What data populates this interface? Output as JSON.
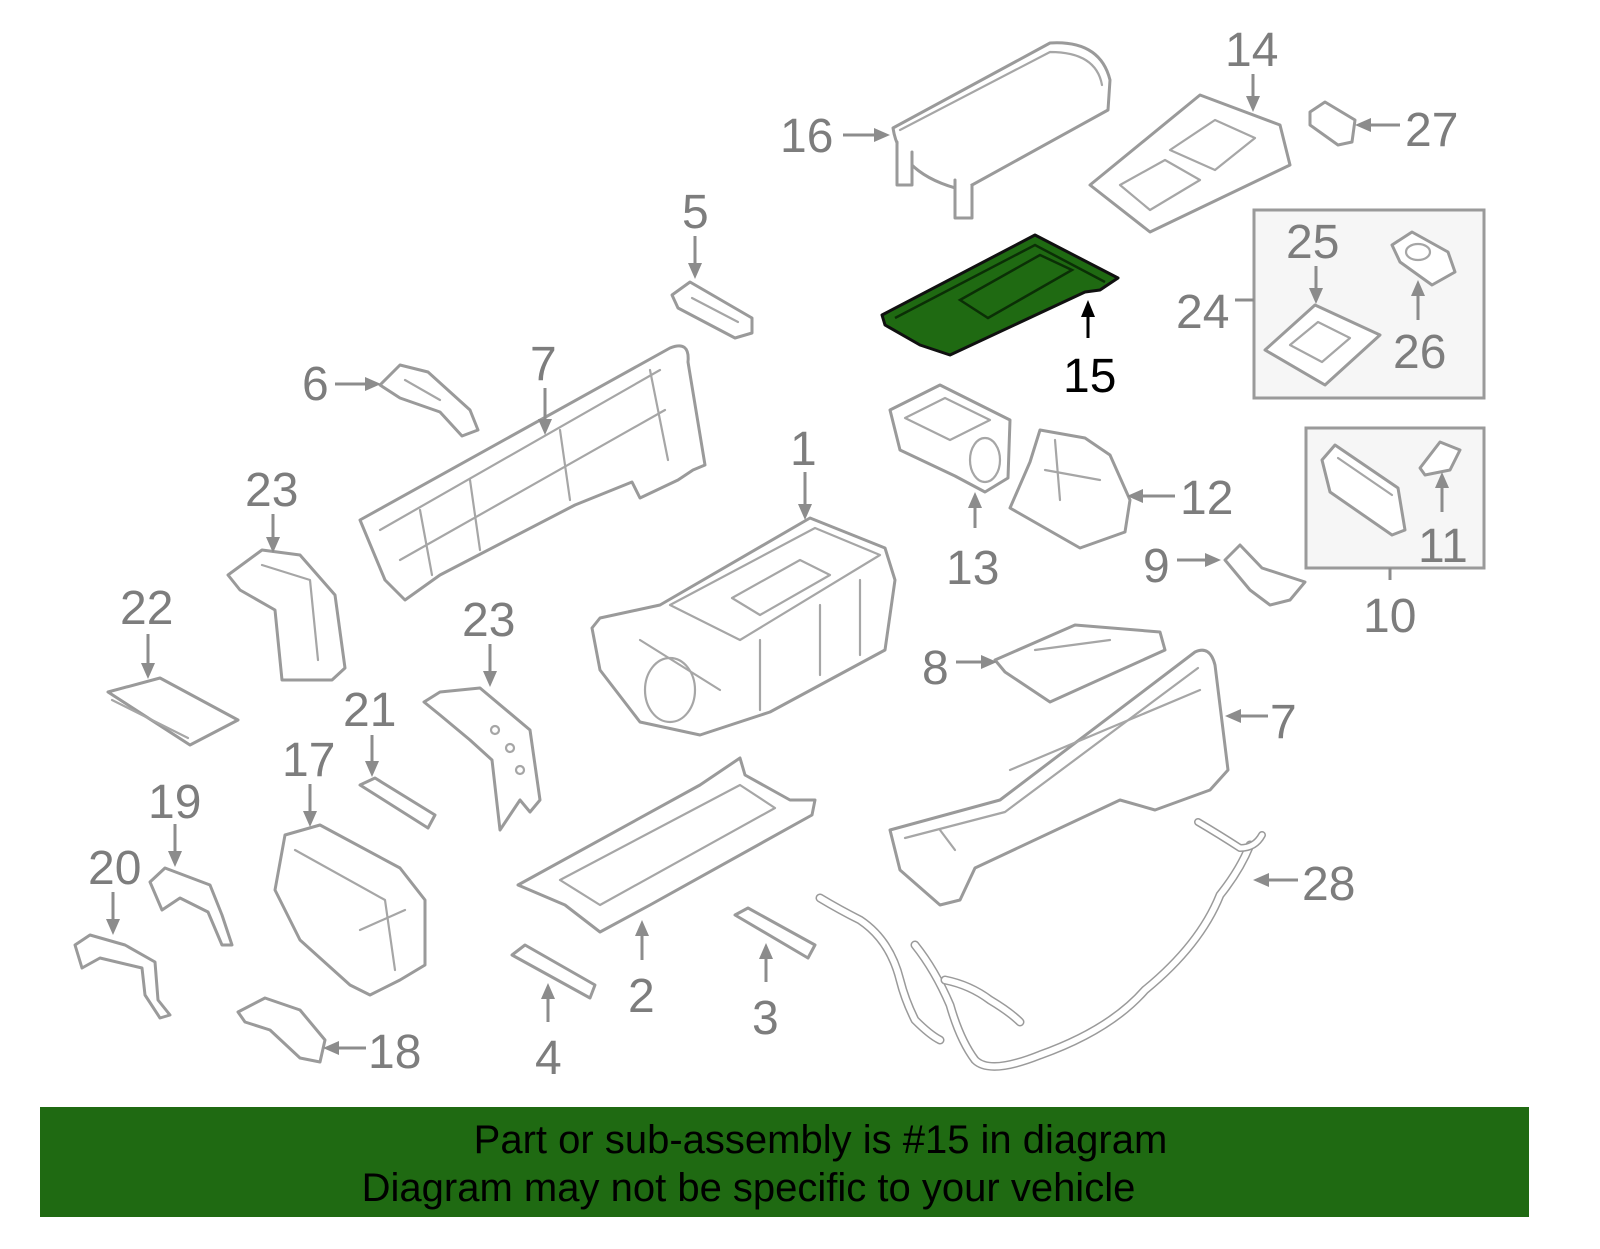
{
  "diagram": {
    "callouts": {
      "c1": "1",
      "c2": "2",
      "c3": "3",
      "c4": "4",
      "c5": "5",
      "c6": "6",
      "c7a": "7",
      "c7b": "7",
      "c8": "8",
      "c9": "9",
      "c10": "10",
      "c11": "11",
      "c12": "12",
      "c13": "13",
      "c14": "14",
      "c15": "15",
      "c16": "16",
      "c17": "17",
      "c18": "18",
      "c19": "19",
      "c20": "20",
      "c21": "21",
      "c22": "22",
      "c23a": "23",
      "c23b": "23",
      "c24": "24",
      "c25": "25",
      "c26": "26",
      "c27": "27",
      "c28": "28"
    },
    "highlighted_part": "15",
    "colors": {
      "highlight": "#1f6a12",
      "part_stroke": "#9a9a9a",
      "callout_text": "#7d7d7d",
      "highlight_callout": "#000000"
    }
  },
  "banner": {
    "line1": "Part or sub-assembly is #15 in diagram",
    "line2": "Diagram may not be specific to your vehicle",
    "background": "#1f6a12"
  }
}
